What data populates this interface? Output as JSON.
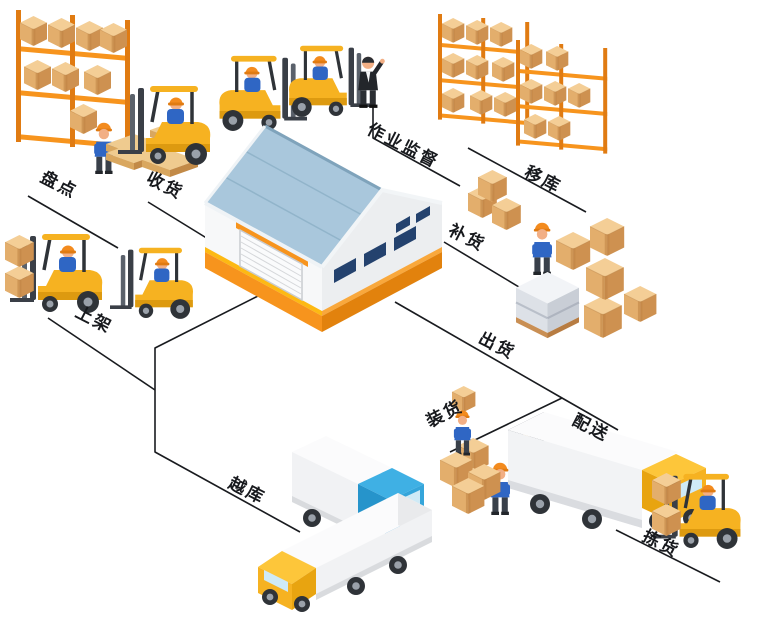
{
  "diagram": {
    "labels": {
      "inventory": "盘点",
      "receiving": "收货",
      "supervision": "作业监督",
      "transfer": "移库",
      "replenishment": "补货",
      "putaway": "上架",
      "outbound": "出货",
      "loading": "装货",
      "delivery": "配送",
      "picking": "拣货",
      "crossdock": "越库"
    },
    "colors": {
      "accent_orange": "#F7941D",
      "machine_yellow": "#F6B221",
      "roof_blue": "#A9C7DC",
      "cab_blue": "#3FB0E4",
      "carton": "#E3AE6C",
      "connector": "#191B1F"
    }
  }
}
